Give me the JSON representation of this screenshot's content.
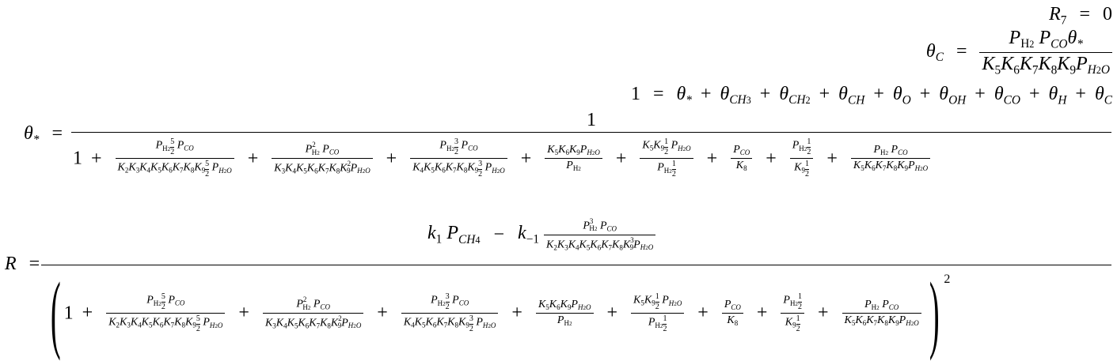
{
  "eq1": {
    "lhs": "R",
    "lhs_sub": "7",
    "eq": "=",
    "rhs": "0"
  },
  "eq2": {
    "lhs": "θ",
    "lhs_sub": "C",
    "eq": "="
  },
  "eq3": {
    "lhs": "1",
    "eq": "=",
    "plus": "+"
  },
  "eq4": {
    "lhs": "θ",
    "lhs_sub": "*",
    "eq": "=",
    "numerator": "1"
  },
  "eq5": {
    "lhs": "R",
    "eq": "=",
    "k1": "k",
    "k1_sub": "1",
    "minus": "−",
    "km1": "k",
    "km1_sub": "−1",
    "squared": "2"
  },
  "sym": {
    "one": "1",
    "plus": "+",
    "P": "P",
    "K": "K",
    "theta": "θ",
    "H2": "H",
    "two": "2",
    "CO": "CO",
    "H2O": "H",
    "O": "O",
    "CH4": "CH",
    "four": "4",
    "five": "5",
    "three": "3",
    "half": "1",
    "k9exp": "2"
  }
}
